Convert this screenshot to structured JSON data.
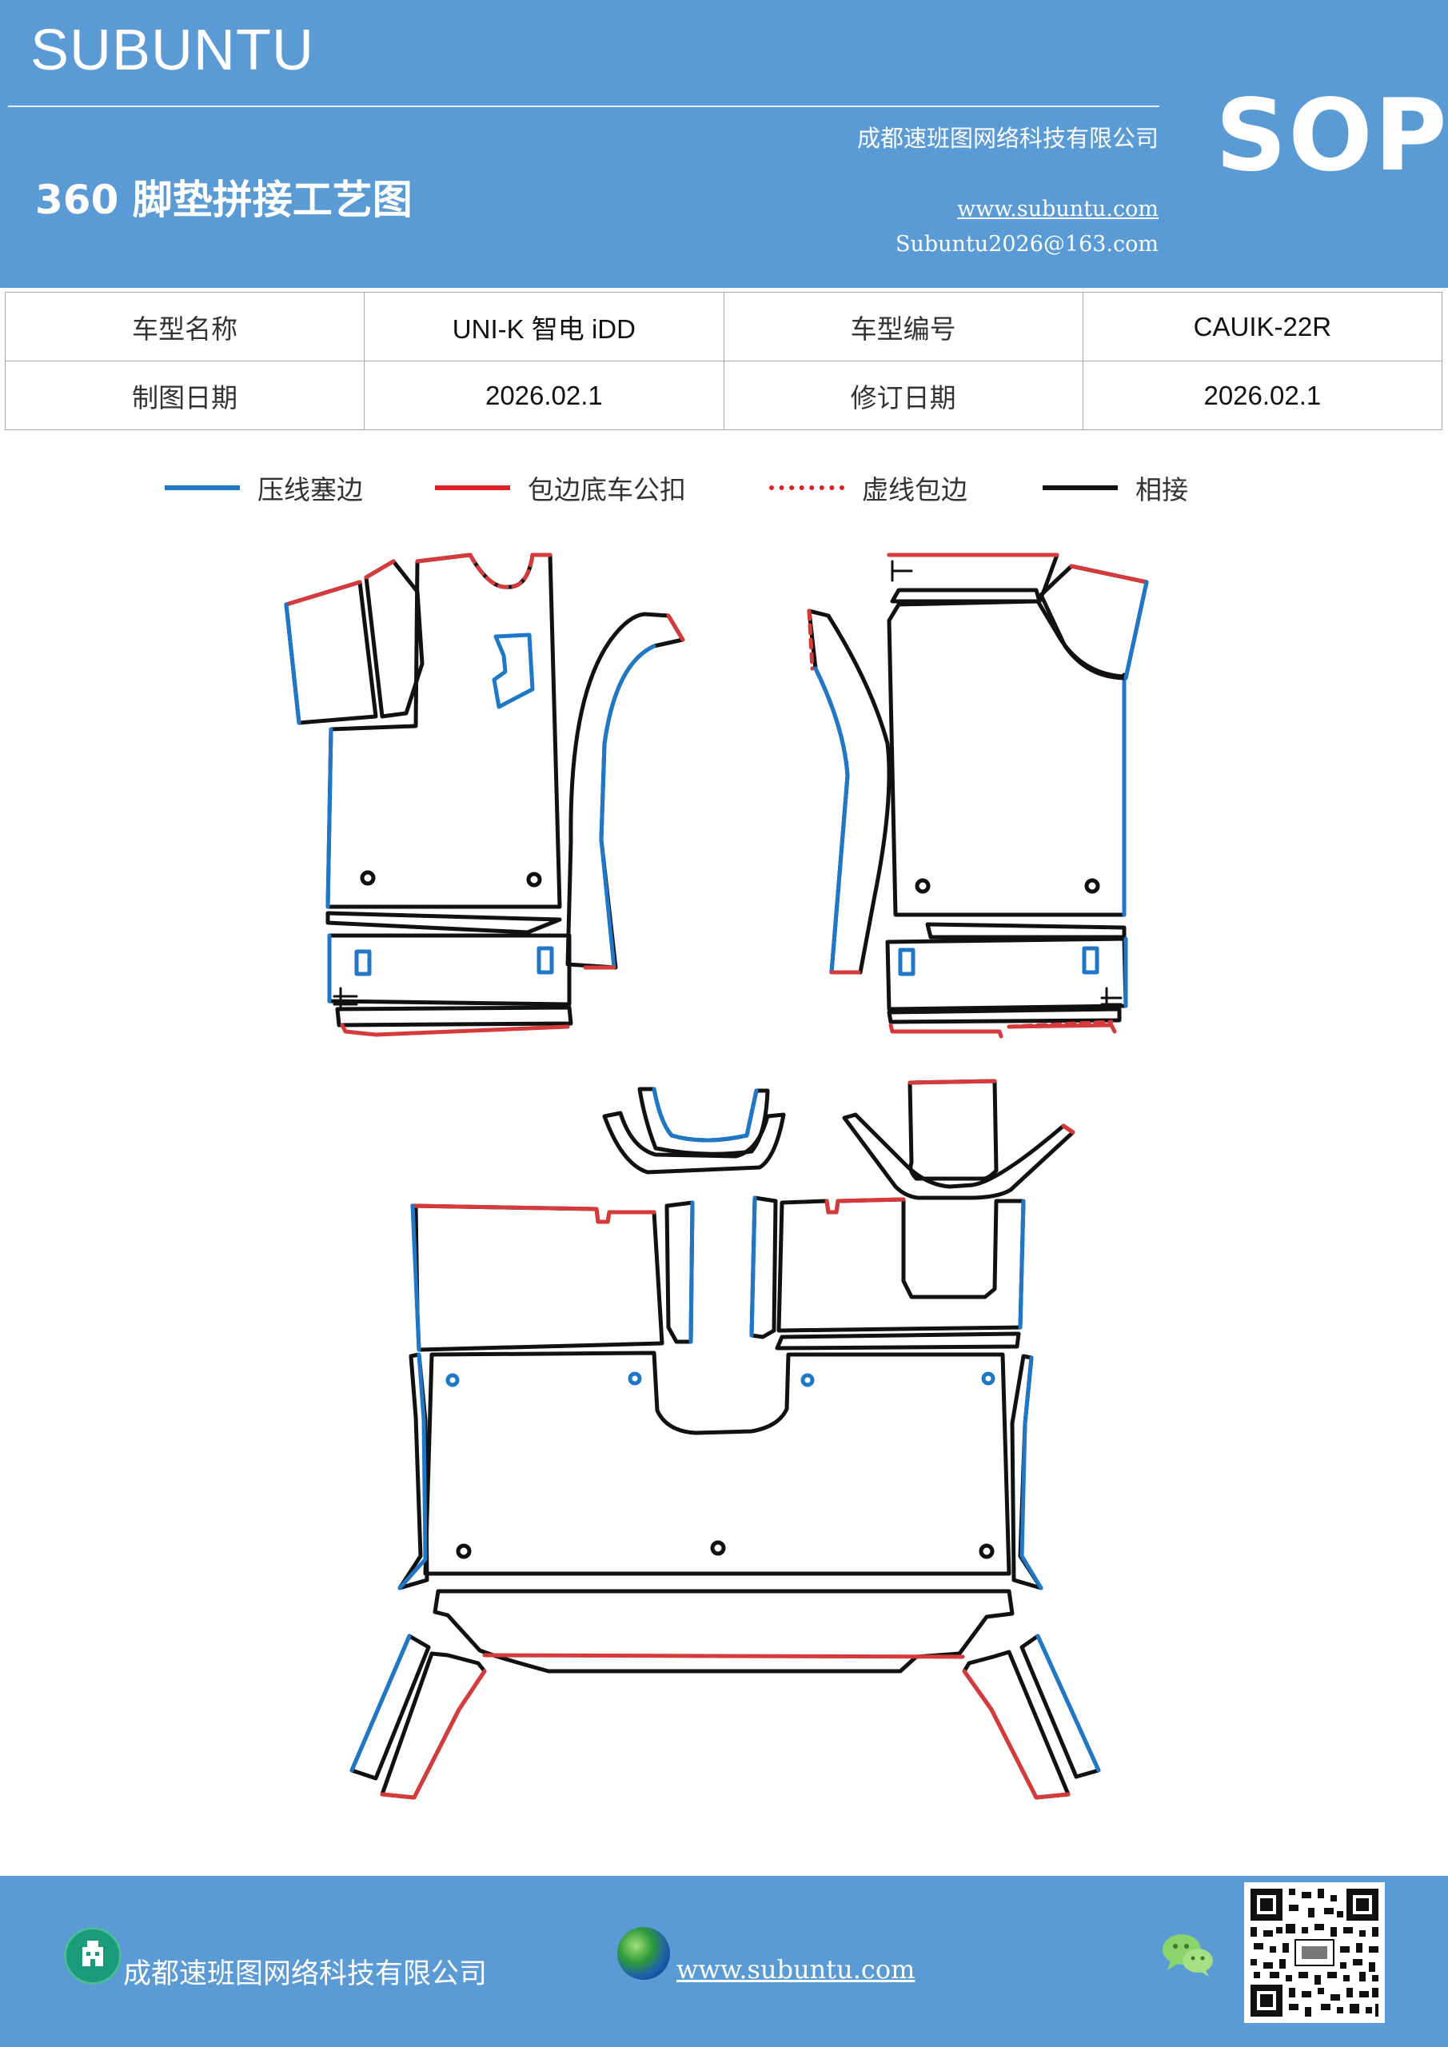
{
  "header": {
    "brand": "SUBUNTU",
    "company": "成都速班图网络科技有限公司",
    "title": "360 脚垫拼接工艺图",
    "website": "www.subuntu.com",
    "email": "Subuntu2026@163.com",
    "badge": "SOP"
  },
  "info": {
    "model_name_label": "车型名称",
    "model_name": "UNI-K 智电  iDD",
    "model_code_label": "车型编号",
    "model_code": "CAUIK-22R",
    "drawing_date_label": "制图日期",
    "drawing_date": "2026.02.1",
    "revision_date_label": "修订日期",
    "revision_date": "2026.02.1"
  },
  "legend": [
    {
      "label": "压线塞边",
      "color": "#1f77c8",
      "style": "solid"
    },
    {
      "label": "包边底车公扣",
      "color": "#e02020",
      "style": "solid"
    },
    {
      "label": "虚线包边",
      "color": "#e02020",
      "style": "dashed"
    },
    {
      "label": "相接",
      "color": "#111111",
      "style": "solid"
    }
  ],
  "colors": {
    "header_bg": "#5b9bd5",
    "blue": "#1f77c8",
    "red": "#d63a3a",
    "black": "#111111"
  },
  "footer": {
    "company": "成都速班图网络科技有限公司",
    "website": "www.subuntu.com",
    "building_icon": "building-icon",
    "globe_icon": "globe-icon",
    "wechat_icon": "wechat-icon",
    "qr": "qr-code"
  }
}
